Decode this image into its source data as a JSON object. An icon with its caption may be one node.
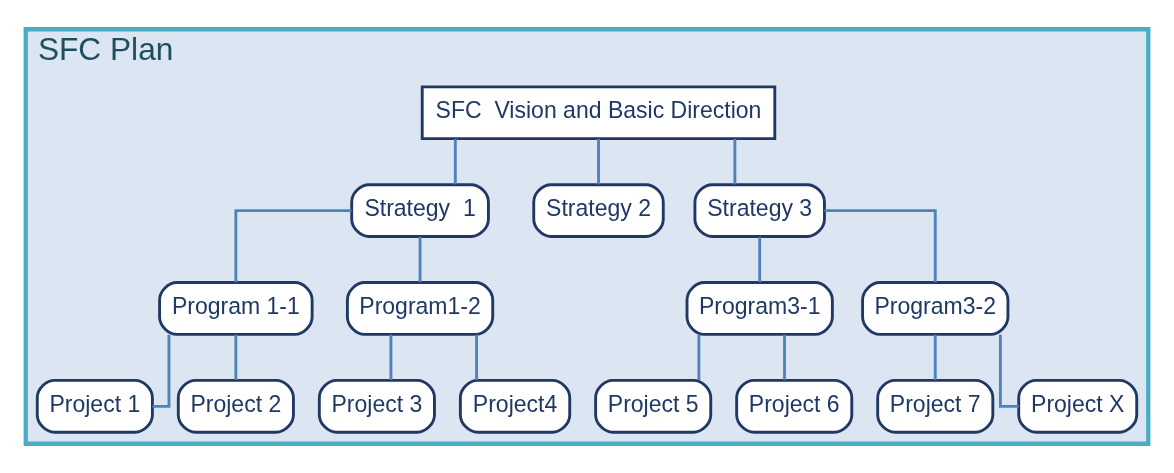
{
  "diagram": {
    "nodes": [
      {
        "text": [
          "SFC Plan"
        ]
      },
      {
        "text": [
          "SFC  Vision and Basic Direction"
        ],
        "in": 0
      },
      {
        "text": [
          "Strategy  1"
        ],
        "in": 0
      },
      {
        "text": [
          "Strategy 2"
        ],
        "in": 0
      },
      {
        "text": [
          "Strategy 3"
        ],
        "in": 0
      },
      {
        "text": [
          "Program 1-1"
        ],
        "in": 0
      },
      {
        "text": [
          "Program1-2"
        ],
        "in": 0
      },
      {
        "text": [
          "Program3-1"
        ],
        "in": 0
      },
      {
        "text": [
          "Program3-2"
        ],
        "in": 0
      },
      {
        "text": [
          "Project 1"
        ],
        "in": 0
      },
      {
        "text": [
          "Project 2"
        ],
        "in": 0
      },
      {
        "text": [
          "Project 3"
        ],
        "in": 0
      },
      {
        "text": [
          "Project4"
        ],
        "in": 0
      },
      {
        "text": [
          "Project 5"
        ],
        "in": 0
      },
      {
        "text": [
          "Project 6"
        ],
        "in": 0
      },
      {
        "text": [
          "Project 7"
        ],
        "in": 0
      },
      {
        "text": [
          "Project X"
        ],
        "in": 0
      }
    ],
    "edges": [
      {
        "from": 1,
        "to": 2,
        "arrow": "none"
      },
      {
        "from": 1,
        "to": 3,
        "arrow": "none"
      },
      {
        "from": 1,
        "to": 4,
        "arrow": "none"
      },
      {
        "from": 2,
        "to": 5,
        "arrow": "none"
      },
      {
        "from": 2,
        "to": 6,
        "arrow": "none"
      },
      {
        "from": 4,
        "to": 7,
        "arrow": "none"
      },
      {
        "from": 4,
        "to": 8,
        "arrow": "none"
      },
      {
        "from": 5,
        "to": 9,
        "arrow": "none"
      },
      {
        "from": 5,
        "to": 10,
        "arrow": "none"
      },
      {
        "from": 6,
        "to": 11,
        "arrow": "none"
      },
      {
        "from": 6,
        "to": 12,
        "arrow": "none"
      },
      {
        "from": 7,
        "to": 13,
        "arrow": "none"
      },
      {
        "from": 7,
        "to": 14,
        "arrow": "none"
      },
      {
        "from": 8,
        "to": 15,
        "arrow": "none"
      },
      {
        "from": 8,
        "to": 16,
        "arrow": "none"
      }
    ]
  }
}
